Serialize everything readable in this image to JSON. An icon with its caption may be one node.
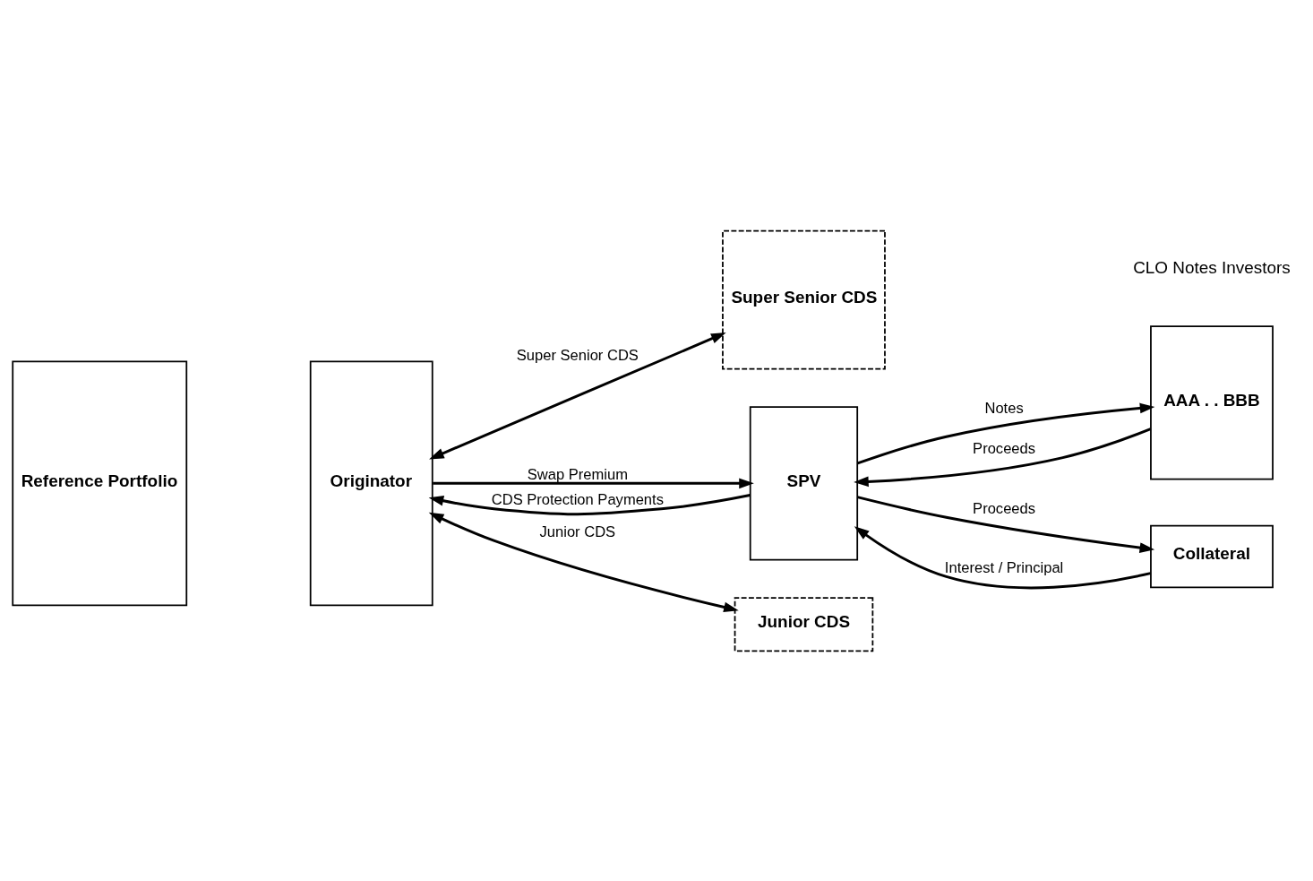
{
  "diagram": {
    "nodes": [
      {
        "text": [
          "Reference Portfolio"
        ]
      },
      {
        "text": [
          "Originator"
        ]
      },
      {
        "text": [
          "Super Senior CDS"
        ]
      },
      {
        "text": [
          "SPV"
        ]
      },
      {
        "text": [
          "AAA . . BBB"
        ]
      },
      {
        "text": [
          "Junior CDS"
        ]
      },
      {
        "text": [
          "Collateral"
        ]
      }
    ],
    "edges": [
      {
        "from": 1,
        "to": 2,
        "arrow": "both",
        "label": "Super Senior CDS"
      },
      {
        "from": 1,
        "to": 3,
        "arrow": "to",
        "label": "Swap Premium"
      },
      {
        "from": 3,
        "to": 1,
        "arrow": "to",
        "label": "CDS Protection Payments"
      },
      {
        "from": 4,
        "to": 3,
        "arrow": "to",
        "label": "Proceeds"
      },
      {
        "from": 3,
        "to": 4,
        "arrow": "to",
        "label": "Notes"
      },
      {
        "from": 1,
        "to": 5,
        "arrow": "both",
        "label": "Junior CDS"
      },
      {
        "from": 6,
        "to": 3,
        "arrow": "to",
        "label": "Interest / Principal"
      },
      {
        "from": 3,
        "to": 6,
        "arrow": "to",
        "label": "Proceeds"
      }
    ],
    "labels": [
      "CLO Notes Investors"
    ]
  }
}
